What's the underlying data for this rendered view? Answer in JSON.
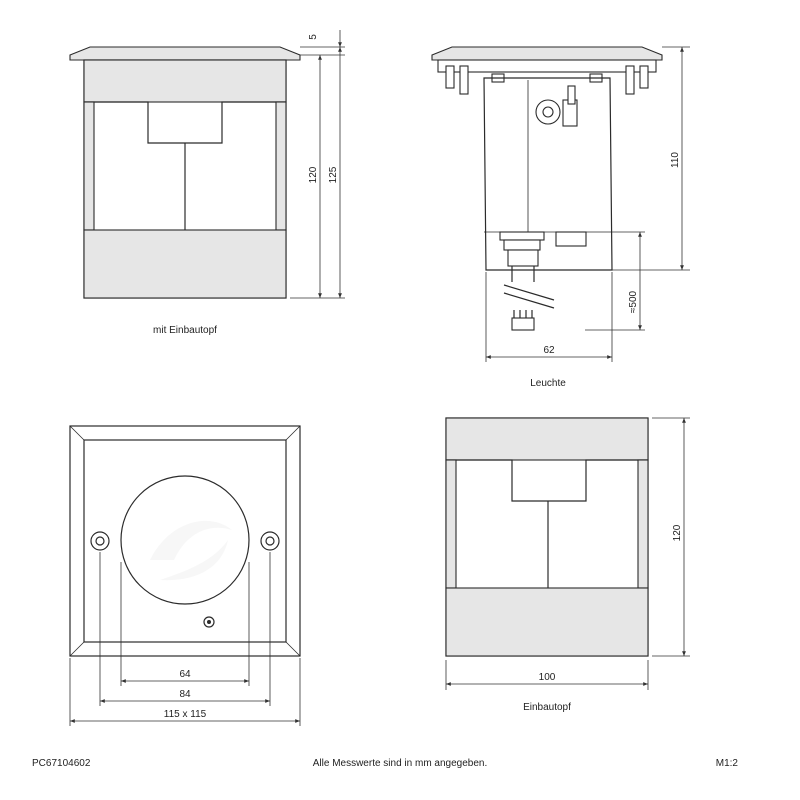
{
  "views": {
    "housing_side": {
      "caption": "mit Einbautopf",
      "dims": {
        "top": "5",
        "inner": "120",
        "outer": "125"
      }
    },
    "luminaire_side": {
      "caption": "Leuchte",
      "dims": {
        "height": "110",
        "cable": "≈500",
        "width": "62"
      }
    },
    "top": {
      "dims": {
        "d1": "64",
        "d2": "84",
        "d3": "115 x 115"
      }
    },
    "housing_pot": {
      "caption": "Einbautopf",
      "dims": {
        "height": "120",
        "width": "100"
      }
    }
  },
  "footer": {
    "article": "PC67104602",
    "note": "Alle Messwerte sind in mm angegeben.",
    "scale": "M1:2"
  },
  "colors": {
    "line": "#2b2b2b",
    "shade": "#e6e6e6"
  }
}
